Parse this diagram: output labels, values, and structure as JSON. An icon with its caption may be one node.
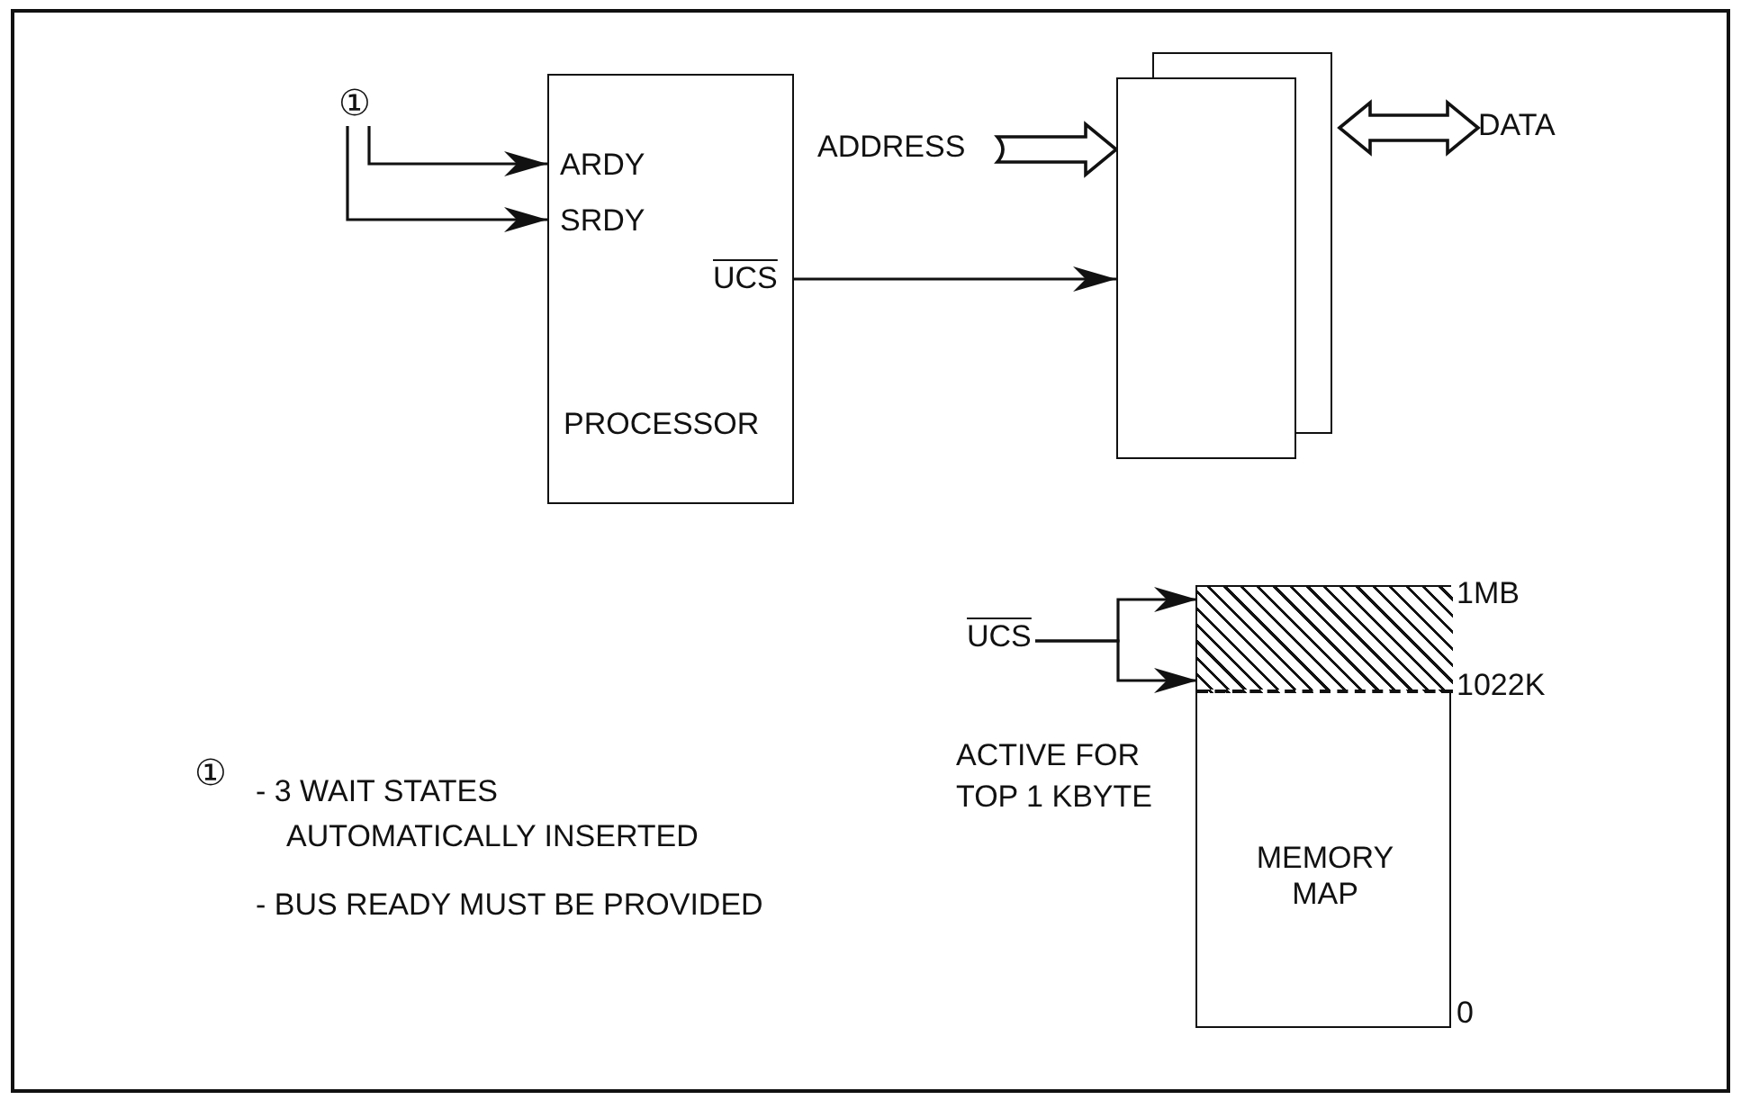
{
  "diagram": {
    "nodes": [
      {
        "text": [
          "①"
        ]
      },
      {
        "text": [
          "ARDY",
          "SRDY",
          "UCS",
          "PROCESSOR"
        ]
      },
      {
        "text": [
          "ADDRESS"
        ]
      },
      {
        "text": [],
        "shape": "box"
      },
      {
        "text": [
          "DATA"
        ]
      },
      {
        "text": [
          "UCS"
        ]
      },
      {
        "text": [
          "MEMORY MAP"
        ]
      },
      {
        "text": [],
        "shape": "box",
        "in": 6
      }
    ],
    "edges": [
      {
        "from": 0,
        "to": 1,
        "arrow": "to"
      },
      {
        "from": 0,
        "to": 1,
        "arrow": "to"
      },
      {
        "from": 2,
        "to": 3,
        "arrow": "to",
        "style": "thick"
      },
      {
        "from": 3,
        "to": 4,
        "arrow": "both",
        "style": "thick"
      },
      {
        "from": 1,
        "to": 3,
        "arrow": "to"
      },
      {
        "from": 5,
        "to": 7,
        "arrow": "to"
      },
      {
        "from": 5,
        "to": 7,
        "arrow": "to"
      }
    ],
    "labels": [
      "1MB",
      "1022K",
      "ACTIVE FOR TOP 1 KBYTE",
      "①",
      "- 3 WAIT STATES AUTOMATICALLY INSERTED",
      "- BUS READY MUST BE PROVIDED",
      "0"
    ]
  }
}
